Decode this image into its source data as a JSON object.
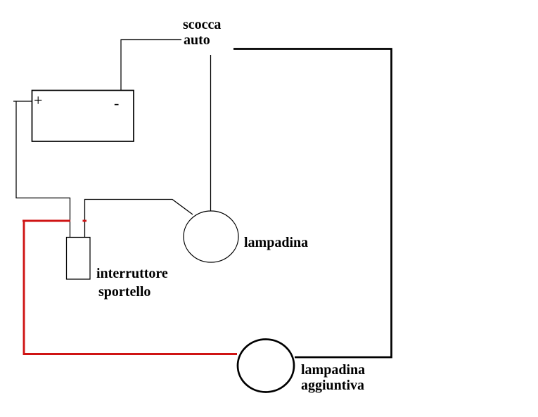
{
  "diagram": {
    "labels": {
      "chassis_line1": "scocca",
      "chassis_line2": "auto",
      "battery_plus": "+",
      "battery_minus": "-",
      "bulb_main": "lampadina",
      "switch_line1": "interruttore",
      "switch_line2": "sportello",
      "bulb_extra_line1": "lampadina",
      "bulb_extra_line2": "aggiuntiva"
    },
    "colors": {
      "wire_black": "#000000",
      "wire_red": "#cf1414",
      "background": "#ffffff"
    }
  }
}
